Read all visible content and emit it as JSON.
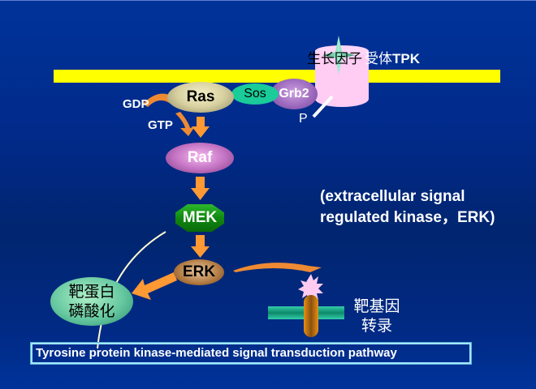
{
  "diagram": {
    "receptor": {
      "growth_factor_label": "生长因子",
      "receptor_label_cn": "受体",
      "receptor_label_en": "TPK",
      "phospho_label": "P"
    },
    "membrane_nodes": {
      "ras": "Ras",
      "sos": "Sos",
      "grb2": "Grb2"
    },
    "gdp_label": "GDP",
    "gtp_label": "GTP",
    "cascade": {
      "raf": "Raf",
      "mek": "MEK",
      "erk": "ERK"
    },
    "target_protein": {
      "line1": "靶蛋白",
      "line2": "磷酸化"
    },
    "gene_transcription": {
      "line1": "靶基因",
      "line2": "转录"
    },
    "erk_definition": {
      "line1": "(extracellular signal",
      "line2": "regulated kinase，ERK)"
    },
    "caption": "Tyrosine protein kinase-mediated signal transduction pathway",
    "colors": {
      "background": "#003399",
      "membrane": "#ffff00",
      "arrow": "#ff9933",
      "receptor": "#ffccf4",
      "caption_border": "#a0e8ff"
    }
  }
}
